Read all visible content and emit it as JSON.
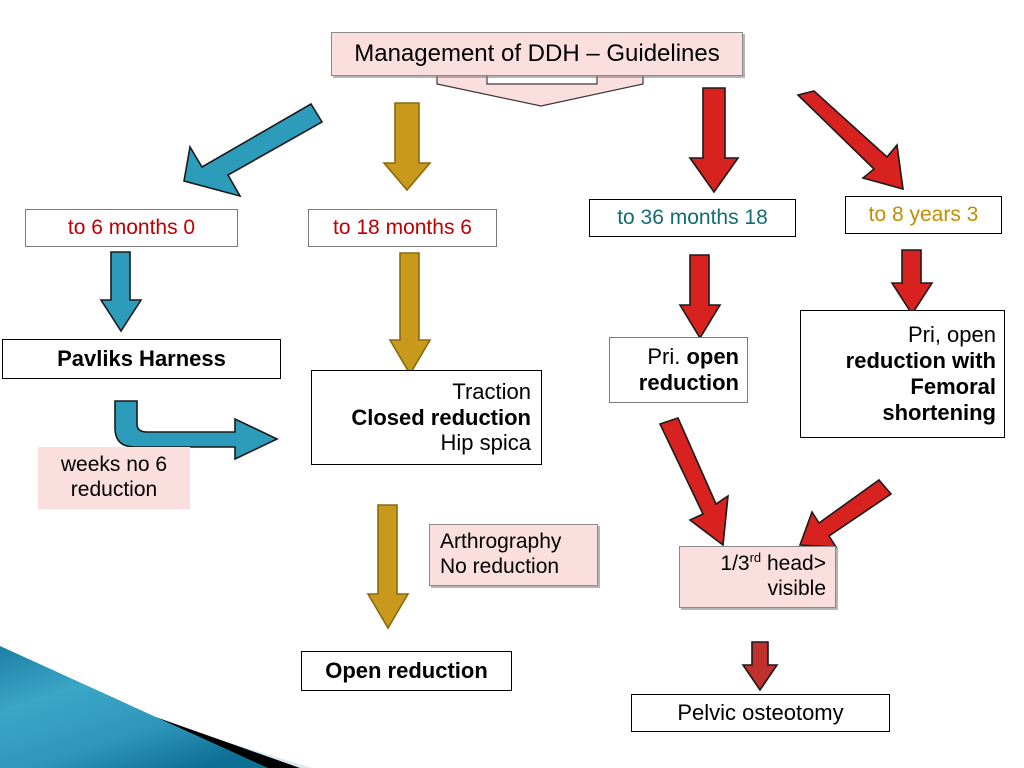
{
  "slide": {
    "title": "Management of DDH – Guidelines",
    "title_box": {
      "bg": "#fbdfdf",
      "border": "#8a8a8a"
    }
  },
  "age_groups": [
    {
      "label": "to 6 months 0",
      "color": "#c00000"
    },
    {
      "label": "to 18 months 6",
      "color": "#c00000"
    },
    {
      "label": "to 36 months 18",
      "color": "#0f6d73"
    },
    {
      "label": "to 8 years 3",
      "color": "#bf8f00"
    }
  ],
  "nodes": {
    "pavliks": {
      "line1": "Pavliks Harness"
    },
    "weeks_no_reduction": {
      "line1": "weeks no 6",
      "line2": "reduction"
    },
    "traction": {
      "line1": "Traction",
      "line2": "Closed reduction",
      "line3": "Hip spica"
    },
    "arthrography": {
      "line1": "Arthrography",
      "line2": "No reduction"
    },
    "open_reduction": {
      "line1": "Open reduction"
    },
    "pri_open_reduction": {
      "line1a": "Pri. ",
      "line1b": "open",
      "line2": "reduction"
    },
    "pri_femoral": {
      "line1": "Pri, open",
      "line2": "reduction with",
      "line3": "Femoral",
      "line4": "shortening"
    },
    "head_visible": {
      "line1a": "1/3",
      "line1sup": "rd",
      "line1b": " head>",
      "line2": "visible"
    },
    "pelvic_osteotomy": {
      "line1": "Pelvic osteotomy"
    }
  },
  "arrows": {
    "teal_color": "#2d9cbb",
    "gold_color": "#c8991a",
    "red_color": "#d8221f",
    "outline": "#1a1a1a",
    "items": [
      {
        "name": "arrow-title-to-6-months",
        "color": "teal"
      },
      {
        "name": "arrow-title-to-18-months",
        "color": "gold"
      },
      {
        "name": "arrow-title-to-36-months",
        "color": "red"
      },
      {
        "name": "arrow-title-to-8-years",
        "color": "red"
      },
      {
        "name": "arrow-6months-to-pavliks",
        "color": "teal"
      },
      {
        "name": "arrow-pavliks-curved-right",
        "color": "teal"
      },
      {
        "name": "arrow-18months-to-traction",
        "color": "gold"
      },
      {
        "name": "arrow-traction-to-open",
        "color": "gold"
      },
      {
        "name": "arrow-36months-to-pri-open",
        "color": "red"
      },
      {
        "name": "arrow-8years-to-femoral",
        "color": "red"
      },
      {
        "name": "arrow-pri-open-to-head",
        "color": "red"
      },
      {
        "name": "arrow-femoral-to-head",
        "color": "red"
      },
      {
        "name": "arrow-head-to-pelvic",
        "color": "red"
      }
    ]
  },
  "decoration": {
    "corner_teal_dark": "#0d6f92",
    "corner_teal_light": "#4fb3d0",
    "corner_black": "#000000",
    "corner_pale": "#dde9f1"
  }
}
